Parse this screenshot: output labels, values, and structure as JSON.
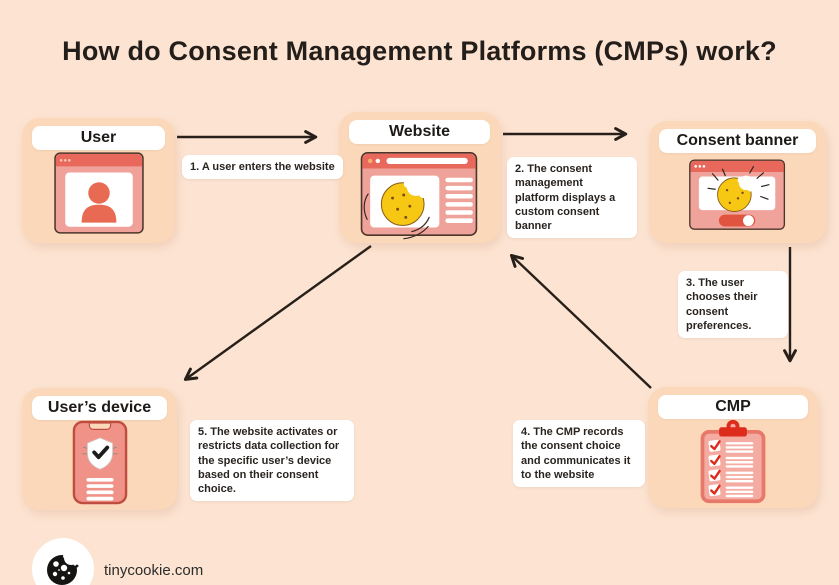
{
  "title": "How do Consent Management Platforms (CMPs) work?",
  "nodes": {
    "user": {
      "label": "User"
    },
    "website": {
      "label": "Website"
    },
    "consent_banner": {
      "label": "Consent banner"
    },
    "users_device": {
      "label": "User’s device"
    },
    "cmp": {
      "label": "CMP"
    }
  },
  "steps": {
    "step1": "1. A user enters the website",
    "step2": "2. The consent management platform displays a custom consent banner",
    "step3": "3. The user chooses their consent preferences.",
    "step4": "4. The CMP records the consent choice and communicates it to the website",
    "step5": "5. The website activates or restricts data collection for the specific user’s device based on their consent choice."
  },
  "footer": {
    "website": "tinycookie.com"
  },
  "icons": {
    "user": "browser-user-icon",
    "website": "browser-cookie-icon",
    "consent_banner": "cookie-banner-toggle-icon",
    "users_device": "phone-shield-check-icon",
    "cmp": "clipboard-checklist-icon",
    "footer": "cookie-icon"
  },
  "colors": {
    "background": "#fde4d2",
    "card": "#fcd8ba",
    "salmon_red": "#e8695b",
    "window_pink": "#f0a39b",
    "bright_red": "#dd2b1c",
    "cookie_yellow": "#f6c713",
    "arrow_dark": "#271f1a",
    "text_dark": "#241e1b"
  }
}
